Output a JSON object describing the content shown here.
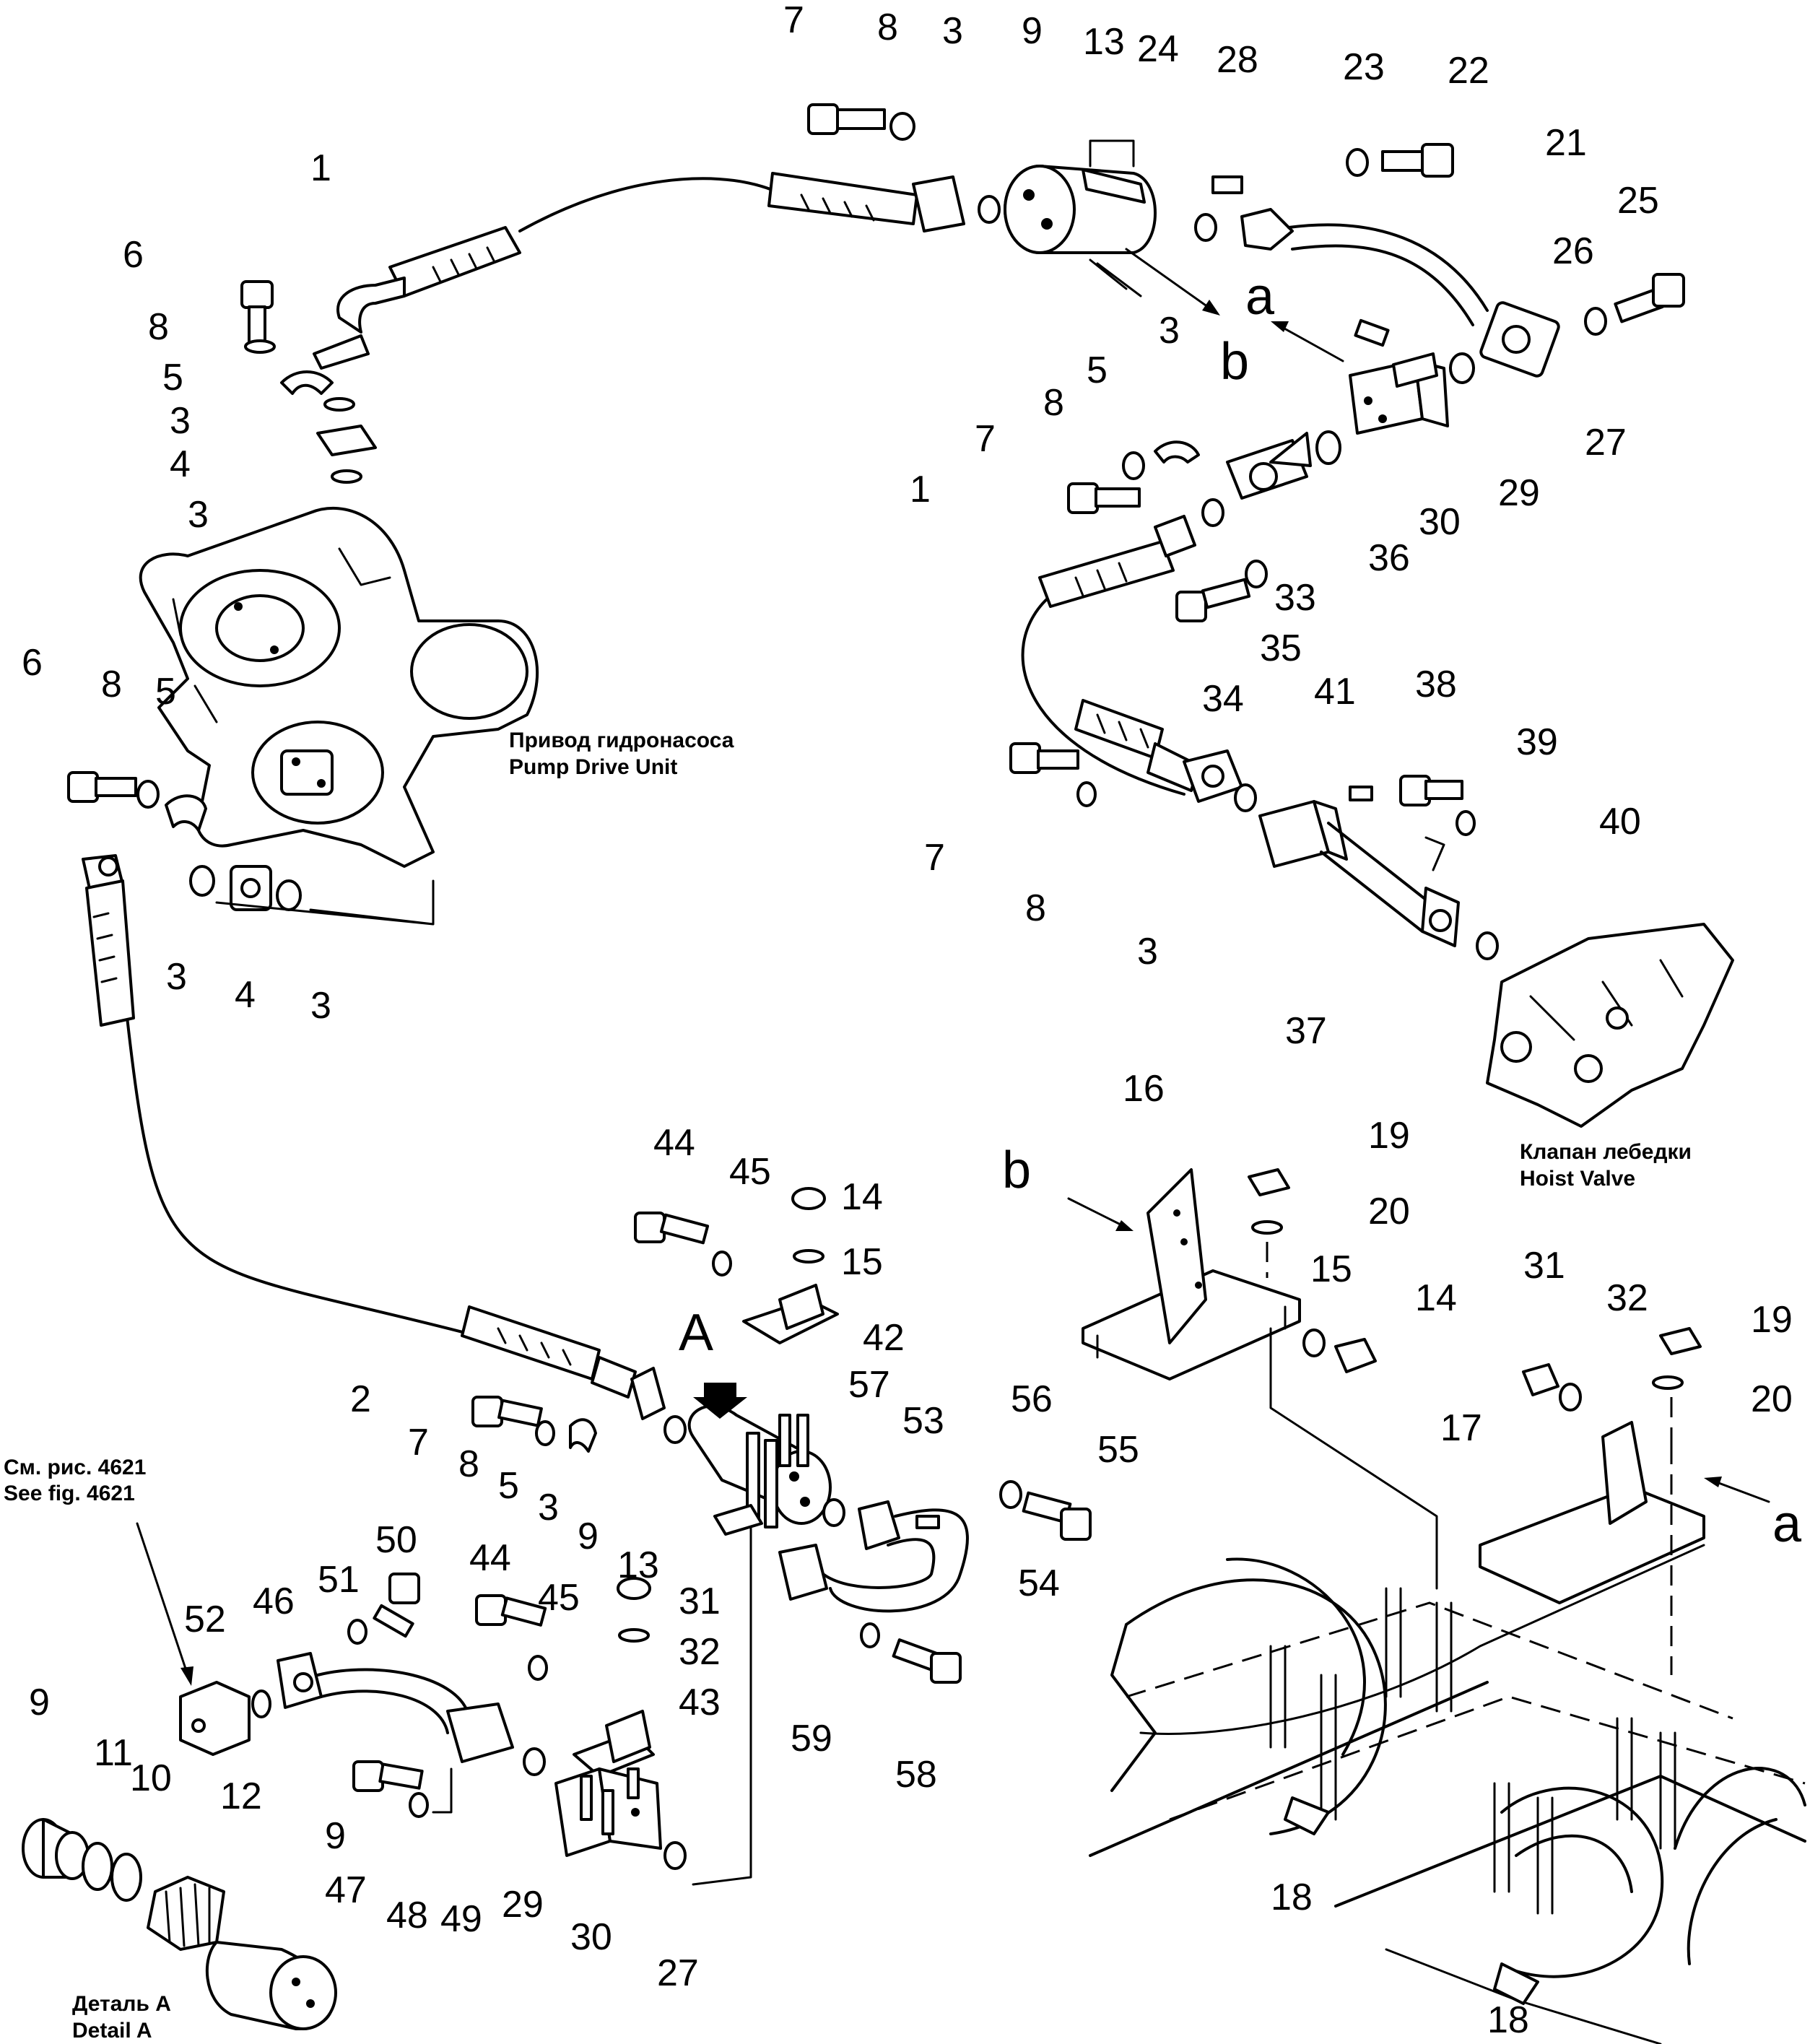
{
  "captions": {
    "pump_drive_ru": "Привод гидронасоса",
    "pump_drive_en": "Pump Drive Unit",
    "hoist_valve_ru": "Клапан лебедки",
    "hoist_valve_en": "Hoist Valve",
    "see_fig_ru": "См. рис. 4621",
    "see_fig_en": "See fig. 4621",
    "detail_ru": "Деталь А",
    "detail_en": "Detail A"
  },
  "view_letters": {
    "A_upper": "A",
    "a_top": "a",
    "b_top": "b",
    "b_bracket": "b",
    "a_bracket": "a"
  },
  "callouts": [
    "7",
    "8",
    "3",
    "9",
    "13",
    "24",
    "28",
    "23",
    "22",
    "21",
    "25",
    "26",
    "27",
    "29",
    "30",
    "1",
    "6",
    "8",
    "5",
    "3",
    "4",
    "3",
    "5",
    "8",
    "7",
    "3",
    "33",
    "36",
    "35",
    "34",
    "1",
    "6",
    "8",
    "5",
    "3",
    "4",
    "3",
    "41",
    "38",
    "39",
    "40",
    "7",
    "8",
    "3",
    "37",
    "16",
    "19",
    "20",
    "15",
    "14",
    "44",
    "45",
    "14",
    "15",
    "42",
    "57",
    "53",
    "56",
    "55",
    "31",
    "32",
    "19",
    "20",
    "17",
    "2",
    "7",
    "8",
    "5",
    "3",
    "9",
    "13",
    "54",
    "44",
    "45",
    "31",
    "32",
    "43",
    "59",
    "58",
    "50",
    "51",
    "46",
    "52",
    "9",
    "11",
    "10",
    "12",
    "9",
    "47",
    "48",
    "49",
    "29",
    "30",
    "27",
    "18",
    "18"
  ]
}
